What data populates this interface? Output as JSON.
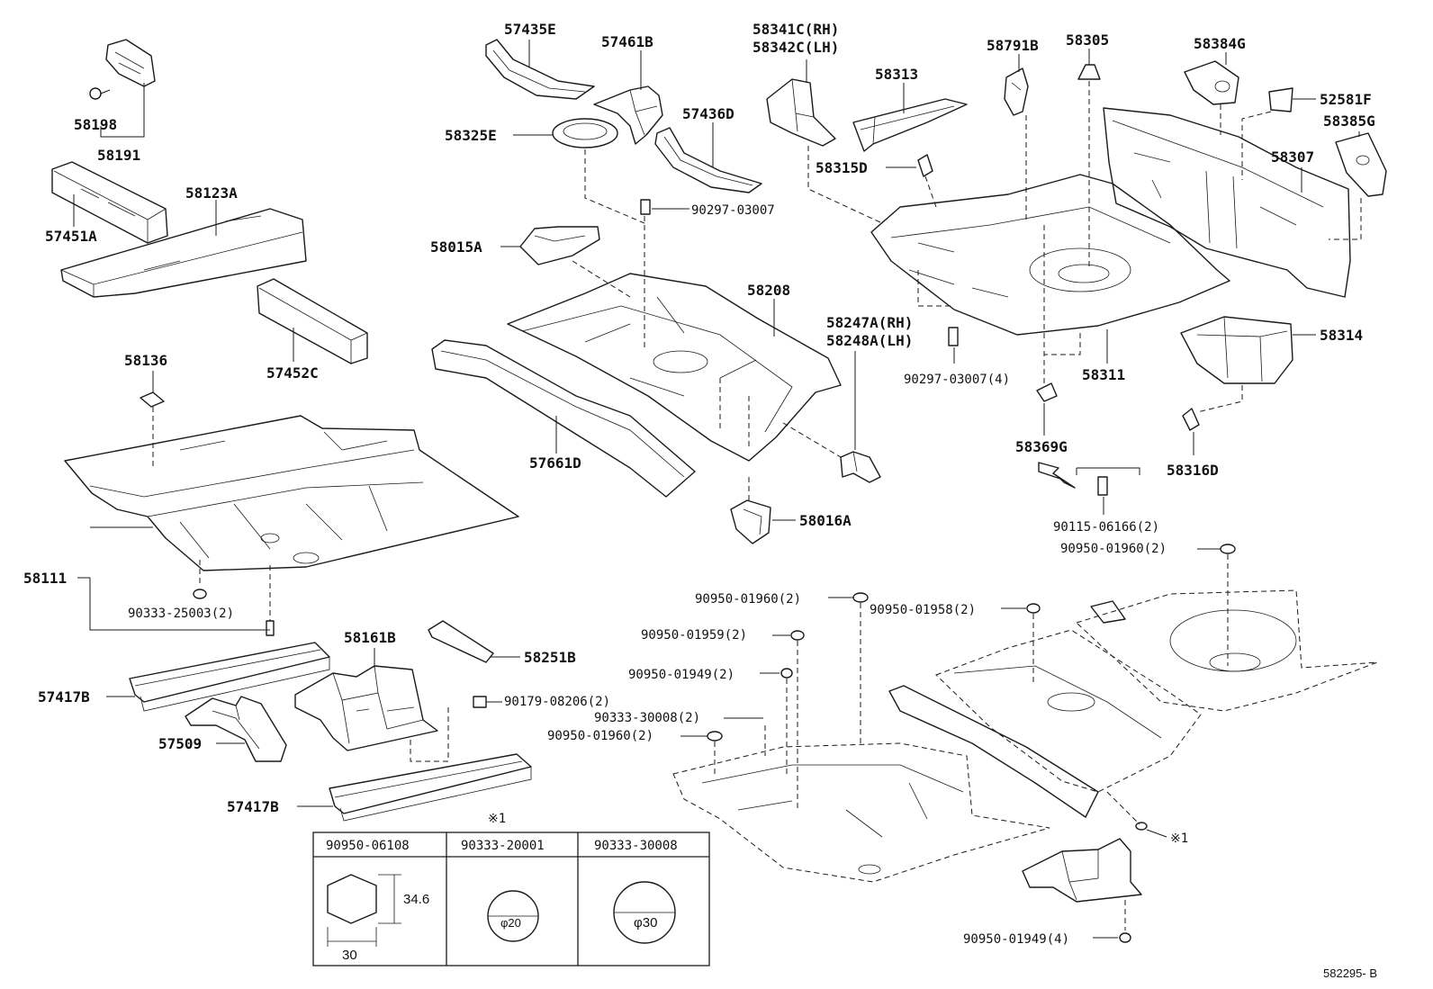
{
  "diagram_code": "582295- B",
  "labels": {
    "p58198": "58198",
    "p58191": "58191",
    "p57451A": "57451A",
    "p58123A": "58123A",
    "p57452C": "57452C",
    "p58136": "58136",
    "p58111": "58111",
    "p90333_25003": "90333-25003(2)",
    "p57435E": "57435E",
    "p57461B": "57461B",
    "p58325E": "58325E",
    "p57436D": "57436D",
    "p90297_03007": "90297-03007",
    "p58015A": "58015A",
    "p58208": "58208",
    "p57661D": "57661D",
    "p58016A": "58016A",
    "p58247A": "58247A(RH)",
    "p58248A": "58248A(LH)",
    "p58341C": "58341C(RH)",
    "p58342C": "58342C(LH)",
    "p58313": "58313",
    "p58315D": "58315D",
    "p58791B": "58791B",
    "p58305": "58305",
    "p58384G": "58384G",
    "p52581F": "52581F",
    "p58385G": "58385G",
    "p58307": "58307",
    "p58314": "58314",
    "p58311": "58311",
    "p90297_03007_4": "90297-03007(4)",
    "p58369G": "58369G",
    "p58316D": "58316D",
    "p90115_06166": "90115-06166(2)",
    "p90950_01960_a": "90950-01960(2)",
    "p90950_01960_b": "90950-01960(2)",
    "p90950_01958": "90950-01958(2)",
    "p90950_01959": "90950-01959(2)",
    "p90950_01949_a": "90950-01949(2)",
    "p90333_30008": "90333-30008(2)",
    "p90950_01960_c": "90950-01960(2)",
    "p58161B": "58161B",
    "p58251B": "58251B",
    "p90179_08206": "90179-08206(2)",
    "p57417B_a": "57417B",
    "p57509": "57509",
    "p57417B_b": "57417B",
    "p90950_01949_b": "90950-01949(4)",
    "note_mark_a": "※1",
    "note_mark_b": "※1"
  },
  "table": {
    "headers": [
      "90950-06108",
      "90333-20001",
      "90333-30008"
    ],
    "dim_height": "34.6",
    "dim_width": "30",
    "dia_small": "φ20",
    "dia_large": "φ30"
  }
}
